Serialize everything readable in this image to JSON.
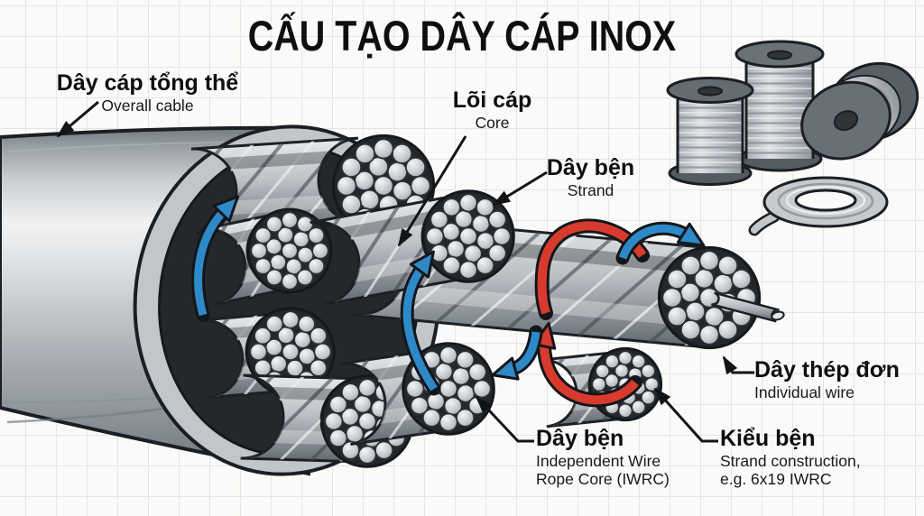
{
  "title": "CẤU TẠO DÂY CÁP INOX",
  "labels": {
    "overall_cable": {
      "vi": "Dây cáp tổng thể",
      "en": "Overall cable"
    },
    "core": {
      "vi": "Lõi cáp",
      "en": "Core"
    },
    "strand": {
      "vi": "Dây bện",
      "en": "Strand"
    },
    "individual_wire": {
      "vi": "Dây thép đơn",
      "en": "Individual wire"
    },
    "iwrc_strand": {
      "vi": "Dây bện",
      "en": "Independent Wire Rope Core (IWRC)"
    },
    "strand_construction": {
      "vi": "Kiểu bện",
      "en": "Strand construction, e.g. 6x19 IWRC"
    }
  },
  "colors": {
    "arrow_blue": "#2e89c8",
    "arrow_red": "#d93a2e",
    "ink": "#121417",
    "steel_light": "#d7dadd",
    "steel_mid": "#a9afb5",
    "steel_dark": "#3a4046",
    "background": "#fafaf8"
  },
  "illustration_items": {
    "spools": "three wire spools",
    "coil": "coiled cable"
  }
}
